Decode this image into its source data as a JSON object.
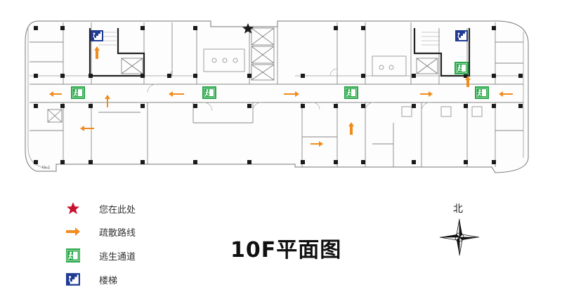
{
  "floor_title": "10F平面图",
  "north_label": "北",
  "legend": [
    {
      "icon": "star-icon",
      "label": "您在此处",
      "color": "#c8102e"
    },
    {
      "icon": "arrow-right-icon",
      "label": "疏散路线",
      "color": "#f08c1e"
    },
    {
      "icon": "emergency-exit-icon",
      "label": "逃生通道",
      "color": "#2aa84a"
    },
    {
      "icon": "staircase-icon",
      "label": "楼梯",
      "color": "#1f3b93"
    }
  ],
  "plan_label": "Ds-1"
}
